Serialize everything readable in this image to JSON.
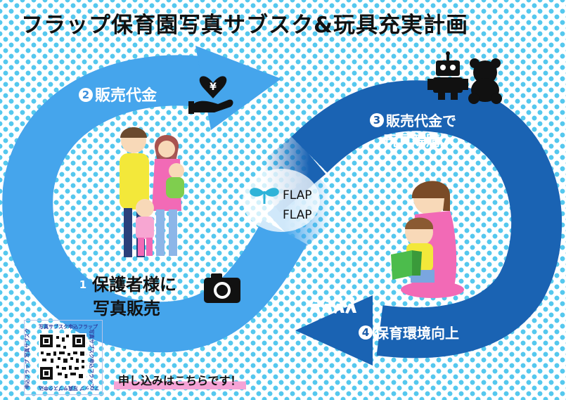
{
  "title": "フラップ保育園写真サブスク&玩具充実計画",
  "steps": [
    {
      "num": "2",
      "text": "販売代金"
    },
    {
      "num": "3",
      "line1": "販売代金で",
      "line2": "玩具等購入"
    },
    {
      "num": "1",
      "line1": "保護者様に",
      "line2": "写真販売"
    },
    {
      "num": "4",
      "text": "保育環境向上"
    }
  ],
  "logo": {
    "line1": "FLAP",
    "line2": "FLAP"
  },
  "qr": {
    "top": "写真サブスク申込フラップ",
    "left": "申込フラップ 写真サブスク",
    "right": "写真サブスク申込フラップ",
    "bottom": "フラップ 写真サブスク申込"
  },
  "apply_text": "申し込みはこちらです！",
  "colors": {
    "loop_left": "#45a5ec",
    "loop_right": "#1a63b3",
    "dots": "#55c8ee"
  },
  "icons": [
    "yen-heart-hand-icon",
    "robot-icon",
    "teddy-bear-icon",
    "camera-icon",
    "running-kids-icon",
    "sprout-icon",
    "qr-code-icon"
  ]
}
